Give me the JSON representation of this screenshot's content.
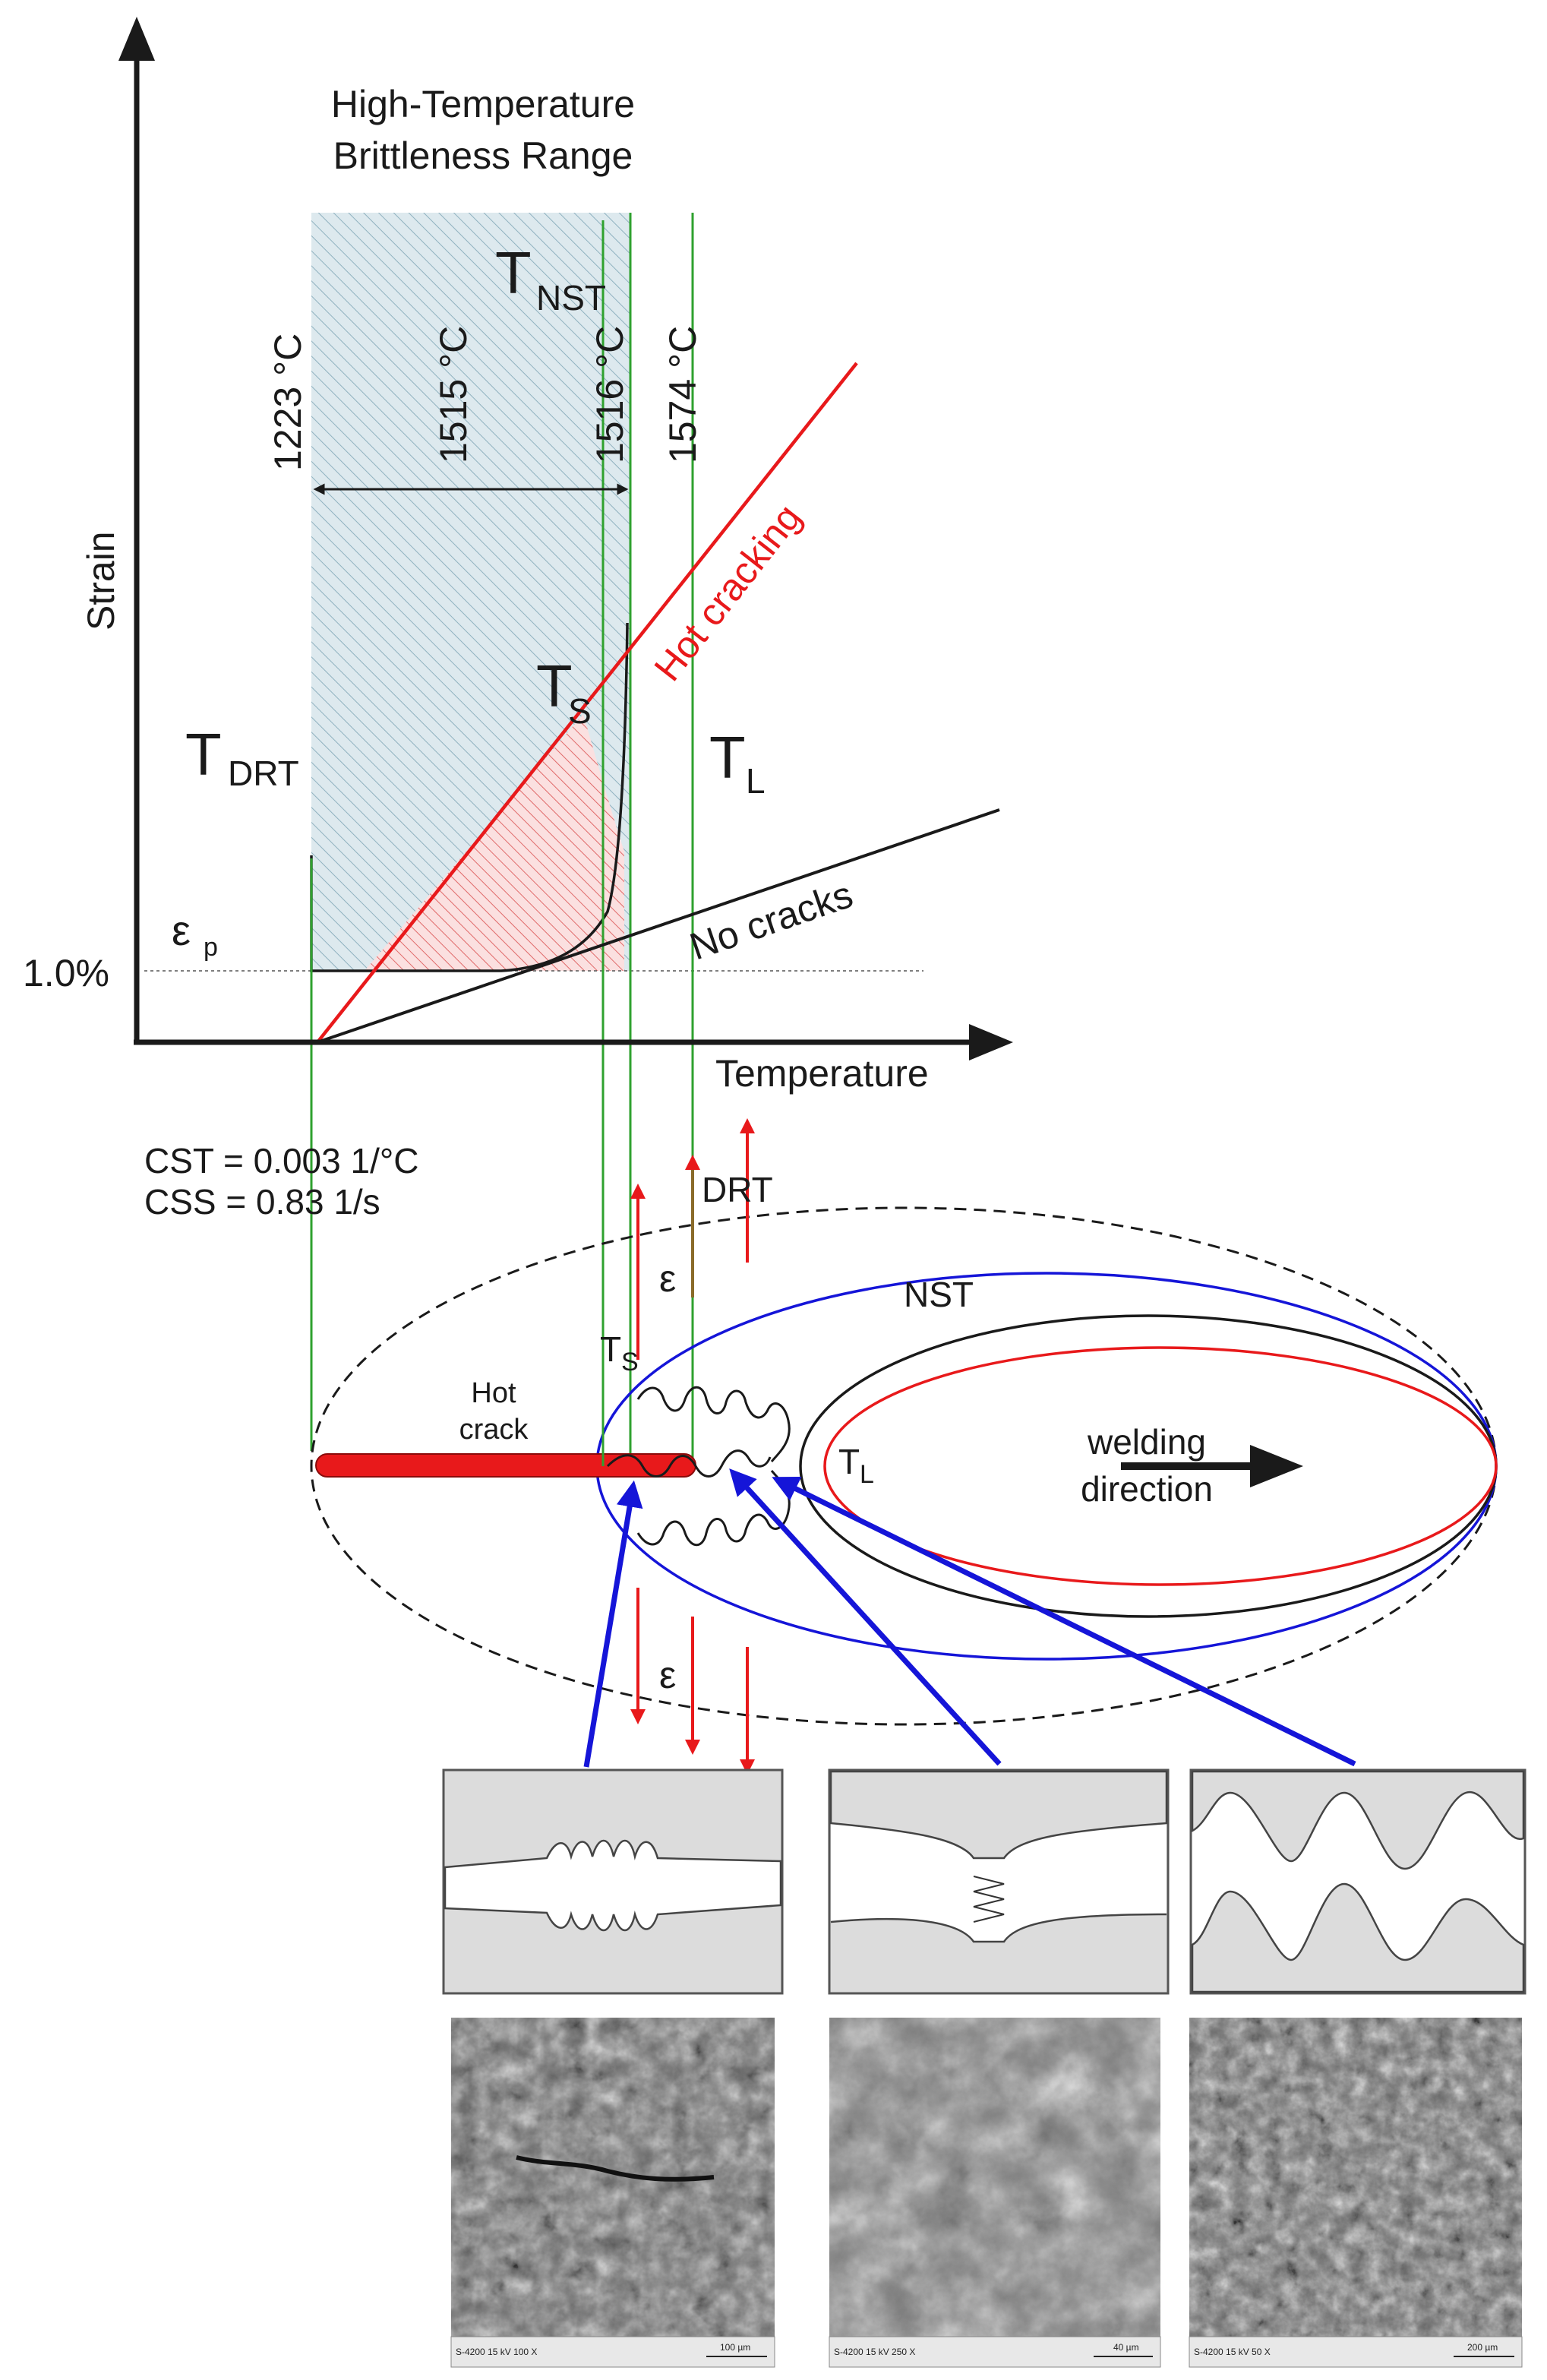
{
  "strain_chart": {
    "title_line1": "High-Temperature",
    "title_line2": "Brittleness Range",
    "y_axis_label": "Strain",
    "x_axis_label": "Temperature",
    "y_tick_1pct": "1.0%",
    "epsilon_p_main": "ε",
    "epsilon_p_sub": "p",
    "t_nst_main": "T",
    "t_nst_sub": "NST",
    "t_s_main": "T",
    "t_s_sub": "S",
    "t_drt_main": "T",
    "t_drt_sub": "DRT",
    "t_l_main": "T",
    "t_l_sub": "L",
    "temp_1223": "1223 °C",
    "temp_1515": "1515 °C",
    "temp_1516": "1516 °C",
    "temp_1574": "1574 °C",
    "hot_cracking_label": "Hot cracking",
    "no_cracks_label": "No cracks"
  },
  "parameters": {
    "cst": "CST = 0.003 1/°C",
    "css": "CSS = 0.83 1/s"
  },
  "weld_pool": {
    "drt_label": "DRT",
    "nst_label": "NST",
    "epsilon_top": "ε",
    "epsilon_bottom": "ε",
    "ts_main": "T",
    "ts_sub": "S",
    "tl_main": "T",
    "tl_sub": "L",
    "hot_crack_line1": "Hot",
    "hot_crack_line2": "crack",
    "welding_dir_line1": "welding",
    "welding_dir_line2": "direction"
  },
  "micrographs": {
    "scale_1": "S-4200 15 kV  100 X",
    "scale_1_bar": "100 µm",
    "scale_2": "S-4200 15 kV  250 X",
    "scale_2_bar": "40 µm",
    "scale_3": "S-4200 15 kV  50 X",
    "scale_3_bar": "200 µm"
  },
  "colors": {
    "hot_cracking": "#e8191b",
    "brittle_zone": "#dbe9ee",
    "solidus_lines": "#2fa12f",
    "arrows_blue": "#1515d8",
    "panel_gray": "#dcdcdc"
  }
}
